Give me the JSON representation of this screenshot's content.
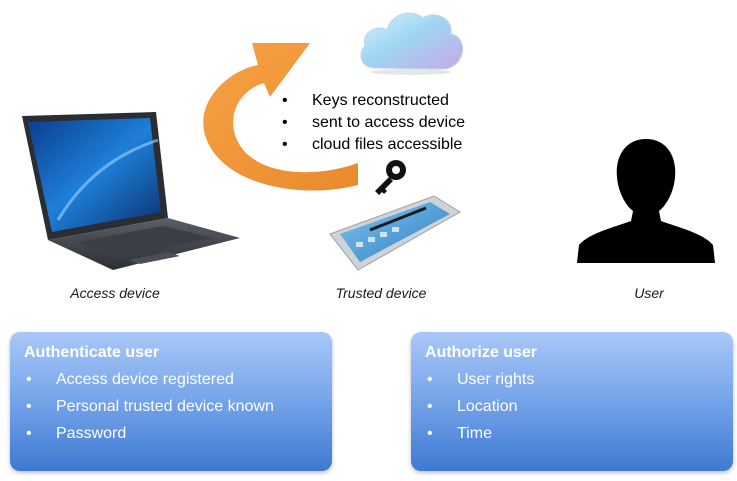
{
  "icons": {
    "laptop": "laptop-icon",
    "phone": "smartphone-icon",
    "cloud": "cloud-icon",
    "key": "key-icon",
    "user": "user-silhouette-icon",
    "arrow": "curved-arrow-icon"
  },
  "colors": {
    "arrow": "#f39a3c",
    "box_top": "#a9c8f7",
    "box_bottom": "#3e79d2"
  },
  "cloud_notes": [
    "Keys reconstructed",
    "sent to access device",
    "cloud files accessible"
  ],
  "bullet_char": "•",
  "labels": {
    "access_device": "Access device",
    "trusted_device": "Trusted device",
    "user": "User"
  },
  "authenticate_box": {
    "title": "Authenticate user",
    "items": [
      "Access device registered",
      "Personal trusted device known",
      "Password"
    ]
  },
  "authorize_box": {
    "title": "Authorize user",
    "items": [
      "User rights",
      "Location",
      "Time"
    ]
  }
}
